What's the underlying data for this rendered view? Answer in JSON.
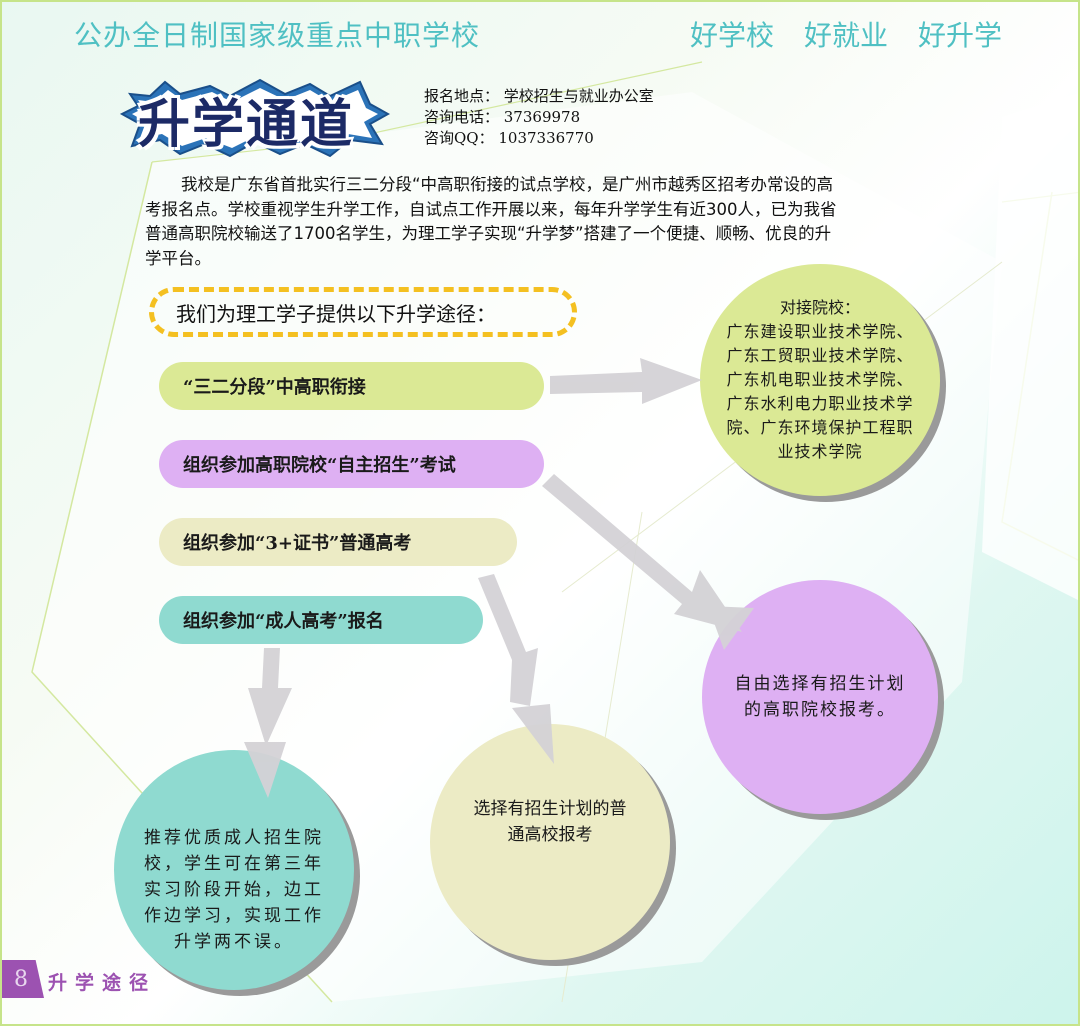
{
  "header": {
    "left_title": "公办全日制国家级重点中职学校",
    "slogans": [
      "好学校",
      "好就业",
      "好升学"
    ]
  },
  "title": {
    "text": "升学通道"
  },
  "contact": {
    "location": "报名地点：  学校招生与就业办公室",
    "phone": "咨询电话：  37369978",
    "qq": "咨询QQ：  1037336770"
  },
  "intro": "我校是广东省首批实行三二分段“中高职衔接的试点学校，是广州市越秀区招考办常设的高考报名点。学校重视学生升学工作，自试点工作开展以来，每年升学学生有近300人，已为我省普通高职院校输送了1700名学生，为理工学子实现“升学梦”搭建了一个便捷、顺畅、优良的升学平台。",
  "routes_label": "我们为理工学子提供以下升学途径：",
  "routes": [
    {
      "label": "“三二分段”中高职衔接",
      "color": "#dbe995"
    },
    {
      "label": "组织参加高职院校“自主招生”考试",
      "color": "#deb0f3"
    },
    {
      "label": "组织参加“3+证书”普通高考",
      "color": "#ecebc5"
    },
    {
      "label": "组织参加“成人高考”报名",
      "color": "#8fdad0"
    }
  ],
  "outcomes": [
    {
      "title": "对接院校：",
      "text": "广东建设职业技术学院、广东工贸职业技术学院、广东机电职业技术学院、广东水利电力职业技术学院、广东环境保护工程职业技术学院",
      "color": "#dbe995"
    },
    {
      "text": "自由选择有招生计划的高职院校报考。",
      "color": "#deb0f3"
    },
    {
      "text": "选择有招生计划的普通高校报考",
      "color": "#ecebc5"
    },
    {
      "text": "推荐优质成人招生院校，学生可在第三年实习阶段开始，边工作边学习，实现工作升学两不误。",
      "color": "#8fdad0"
    }
  ],
  "footer": {
    "page_number": "8",
    "section": "升学途径"
  },
  "colors": {
    "accent_teal": "#4fc0c3",
    "title_navy": "#1c2a66",
    "dash_yellow": "#f4c021",
    "footer_purple": "#9c52b1",
    "arrow_gray": "#d4d2d6"
  }
}
